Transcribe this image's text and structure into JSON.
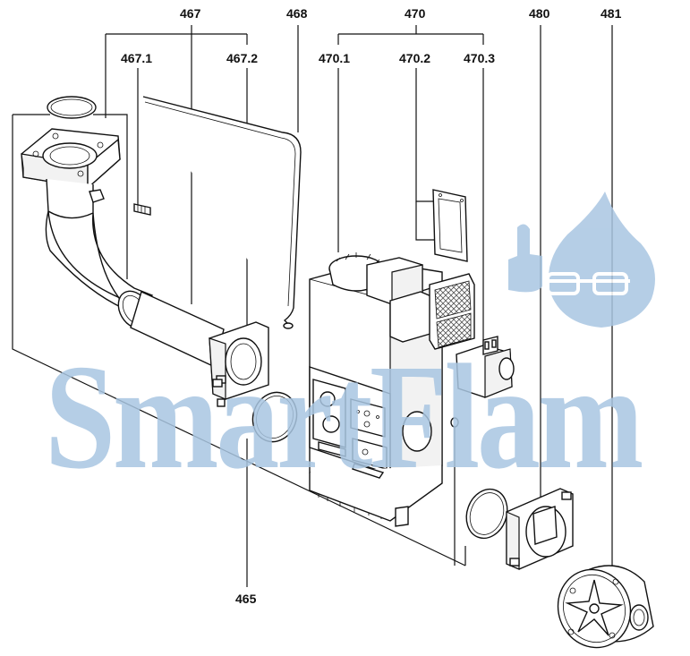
{
  "labels": {
    "p467": "467",
    "p467_1": "467.1",
    "p467_2": "467.2",
    "p468": "468",
    "p470": "470",
    "p470_1": "470.1",
    "p470_2": "470.2",
    "p470_3": "470.3",
    "p480": "480",
    "p481": "481",
    "p465": "465"
  },
  "watermark": {
    "text": "SmartFlam",
    "color": "#a9c6e2"
  },
  "colors": {
    "line": "#111111",
    "mesh": "#555555",
    "watermark": "#a9c6e2"
  },
  "icons": [
    "flame-mascot-icon",
    "glasses-icon",
    "thumb-up-icon",
    "star-emblem-icon"
  ]
}
